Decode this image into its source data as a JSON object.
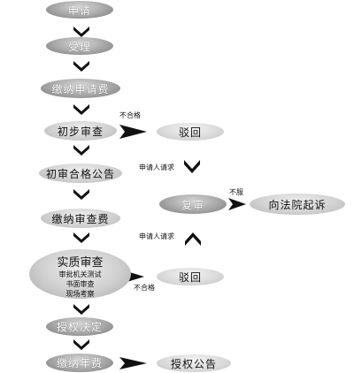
{
  "nodes": {
    "apply": "申请",
    "accept": "受理",
    "pay_apply_fee": "缴纳申请费",
    "prelim_exam": "初步审查",
    "reject_1": "驳回",
    "prelim_announce": "初审合格公告",
    "pay_exam_fee": "缴纳审查费",
    "substantive_exam": {
      "title": "实质审查",
      "details": [
        "审批机关测试",
        "书面审查",
        "现场考察"
      ]
    },
    "reject_2": "驳回",
    "reexam": "复审",
    "sue": "向法院起诉",
    "grant_decision": "授权决定",
    "pay_annual_fee": "缴纳年费",
    "grant_announce": "授权公告"
  },
  "labels": {
    "unqualified_1": "不合格",
    "unqualified_2": "不合格",
    "applicant_request_1": "申请人请求",
    "applicant_request_2": "申请人请求",
    "disagree": "不服"
  }
}
